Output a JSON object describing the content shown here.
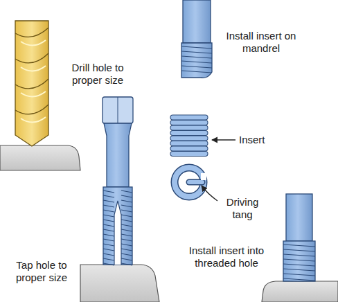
{
  "diagram": {
    "labels": [
      "Install insert on mandrel",
      "Drill hole to proper size",
      "Insert",
      "Driving tang",
      "Install insert into threaded hole",
      "Tap hole to proper size"
    ]
  }
}
